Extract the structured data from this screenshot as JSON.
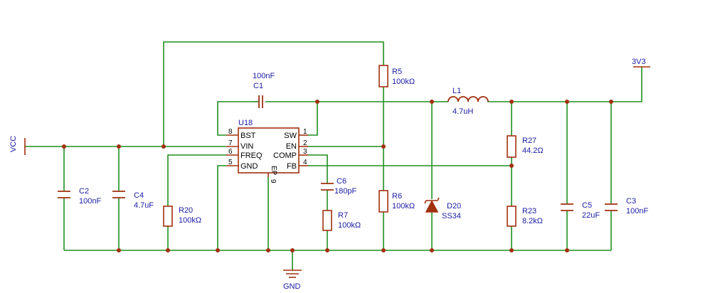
{
  "colors": {
    "wire": "#1f8f1f",
    "component": "#a0300e",
    "label": "#1a1aa6",
    "junction": "#a0300e",
    "ic_body": "#a0300e",
    "ic_text": "#000000",
    "pin_number": "#000000"
  },
  "net_labels": {
    "vcc": "VCC",
    "v3v3": "3V3",
    "gnd": "GND"
  },
  "ic": {
    "designator": "U18",
    "pins": [
      {
        "num": "8",
        "name": "BST"
      },
      {
        "num": "7",
        "name": "VIN"
      },
      {
        "num": "6",
        "name": "FREQ"
      },
      {
        "num": "5",
        "name": "GND"
      },
      {
        "num": "1",
        "name": "SW"
      },
      {
        "num": "2",
        "name": "EN"
      },
      {
        "num": "3",
        "name": "COMP"
      },
      {
        "num": "4",
        "name": "FB"
      },
      {
        "num": "9",
        "name": "EP"
      }
    ]
  },
  "components": {
    "c1": {
      "ref": "C1",
      "value": "100nF"
    },
    "c2": {
      "ref": "C2",
      "value": "100nF"
    },
    "c3": {
      "ref": "C3",
      "value": "100nF"
    },
    "c4": {
      "ref": "C4",
      "value": "4.7uF"
    },
    "c5": {
      "ref": "C5",
      "value": "22uF"
    },
    "c6": {
      "ref": "C6",
      "value": "180pF"
    },
    "r5": {
      "ref": "R5",
      "value": "100kΩ"
    },
    "r6": {
      "ref": "R6",
      "value": "100kΩ"
    },
    "r7": {
      "ref": "R7",
      "value": "100kΩ"
    },
    "r20": {
      "ref": "R20",
      "value": "100kΩ"
    },
    "r23": {
      "ref": "R23",
      "value": "8.2kΩ"
    },
    "r27": {
      "ref": "R27",
      "value": "44.2Ω"
    },
    "l1": {
      "ref": "L1",
      "value": "4.7uH"
    },
    "d20": {
      "ref": "D20",
      "value": "SS34"
    }
  }
}
